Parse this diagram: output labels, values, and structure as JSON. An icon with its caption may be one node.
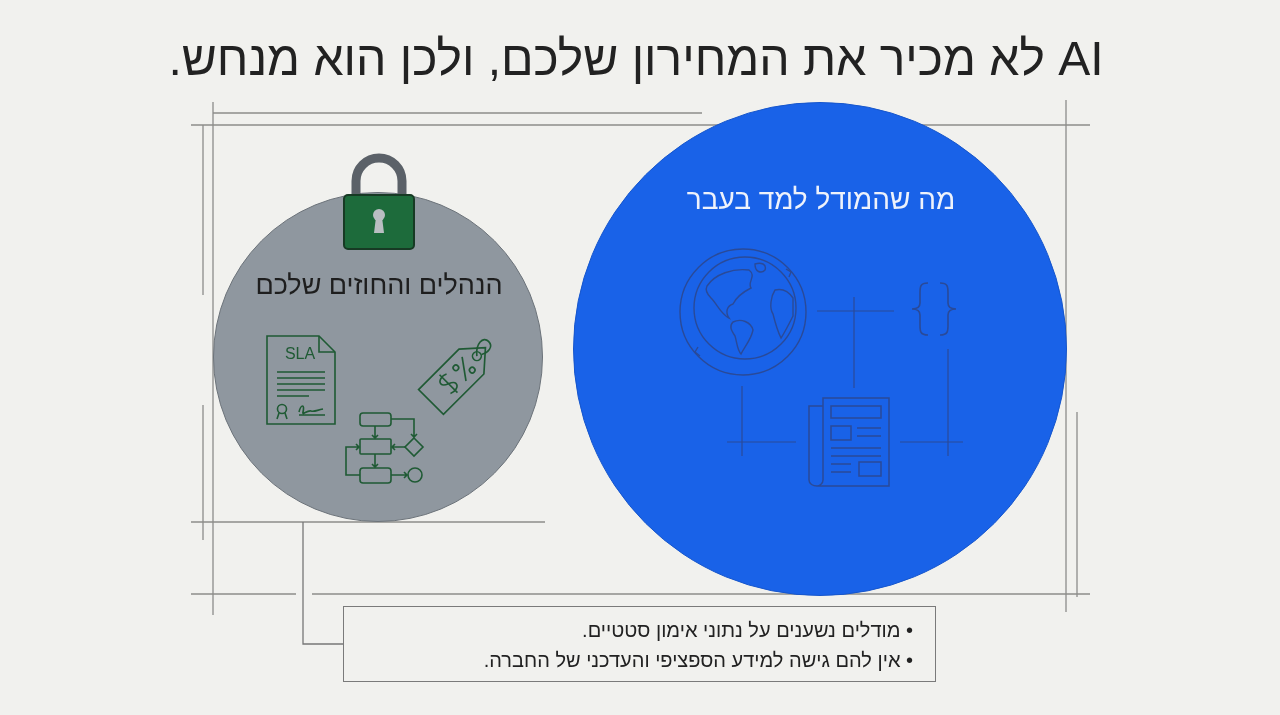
{
  "diagram": {
    "title": "AI לא מכיר את המחירון שלכם, ולכן הוא מנחש.",
    "nodes": [
      {
        "text": [
          "מה שהמודל למד בעבר"
        ]
      },
      {
        "text": [
          "הנהלים והחוזים שלכם"
        ]
      },
      {
        "text": [
          "• מודלים נשענים על נתוני אימון סטטיים.",
          "• אין להם גישה למידע הספציפי והעדכני של החברה."
        ]
      }
    ],
    "edges": [
      {
        "from": 2,
        "to": 1,
        "arrow": "none"
      }
    ],
    "labels": [
      "SLA"
    ]
  }
}
